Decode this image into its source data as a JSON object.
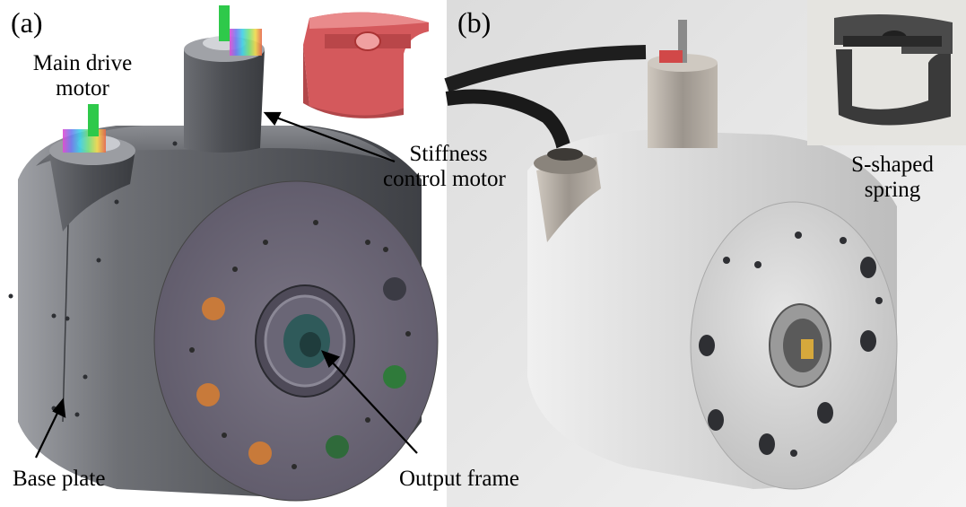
{
  "panels": {
    "a": {
      "label": "(a)"
    },
    "b": {
      "label": "(b)"
    }
  },
  "annotations": {
    "main_drive_motor_line1": "Main drive",
    "main_drive_motor_line2": "motor",
    "stiffness_control_motor_line1": "Stiffness",
    "stiffness_control_motor_line2": "control motor",
    "base_plate": "Base plate",
    "output_frame": "Output frame",
    "s_shaped_spring_line1": "S-shaped",
    "s_shaped_spring_line2": "spring"
  },
  "colors": {
    "render_body": "#5f6166",
    "render_face": "#6e6878",
    "spring_render": "#d4595c",
    "photo_aluminum": "#d9d9d9",
    "spring_photo": "#3a3a3a",
    "orange_hole": "#c87a3a"
  }
}
